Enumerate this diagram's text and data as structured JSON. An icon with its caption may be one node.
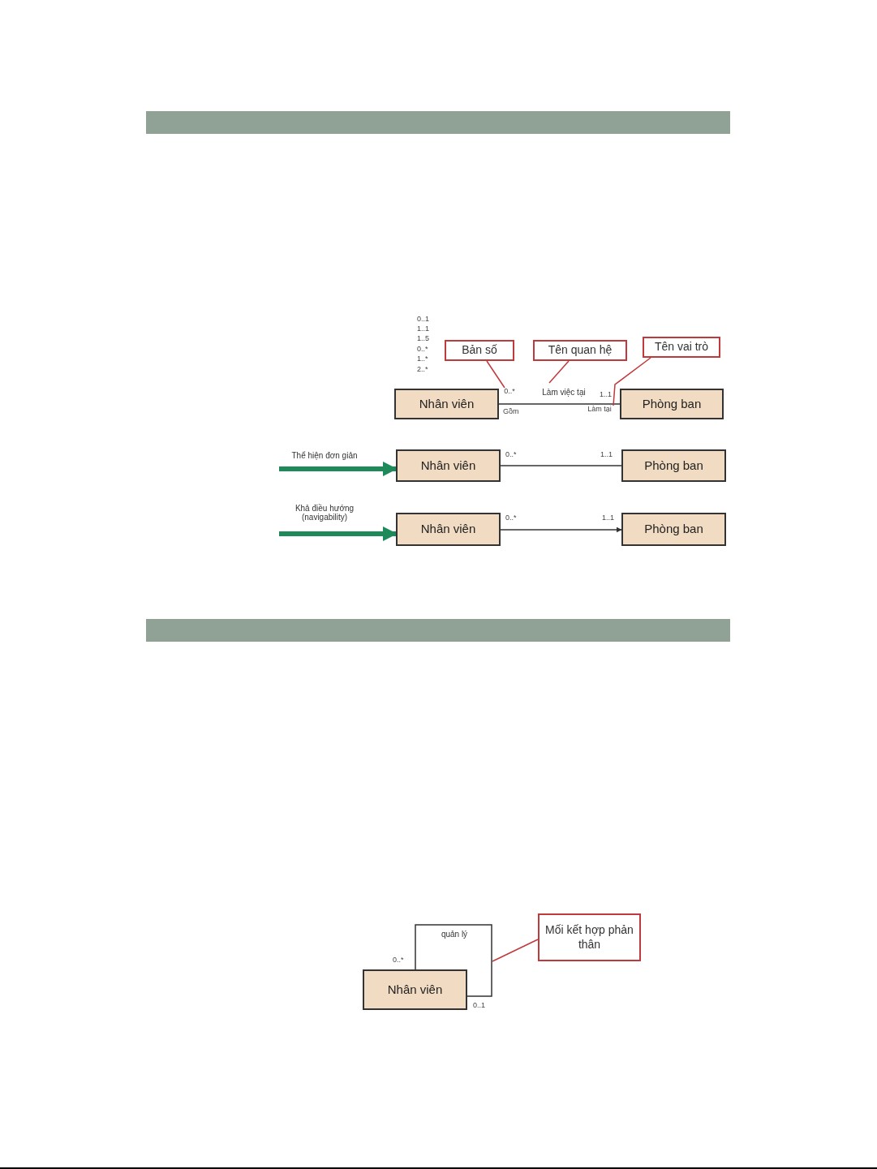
{
  "diagram": {
    "nodes": [
      {
        "text": [
          "Nhân viên"
        ]
      },
      {
        "text": [
          "Phòng ban"
        ]
      },
      {
        "text": [
          "Bản số"
        ]
      },
      {
        "text": [
          "Tên quan hệ"
        ]
      },
      {
        "text": [
          "Tên vai trò"
        ]
      },
      {
        "text": [
          "Nhân viên"
        ]
      },
      {
        "text": [
          "Phòng ban"
        ]
      },
      {
        "text": [
          "Nhân viên"
        ]
      },
      {
        "text": [
          "Phòng ban"
        ]
      },
      {
        "text": [
          "Nhân viên"
        ]
      },
      {
        "text": [
          "Mối kết hợp phản thân"
        ]
      },
      {
        "text": [
          "0..*"
        ]
      },
      {
        "text": [
          "Làm tại"
        ]
      }
    ],
    "edges": [
      {
        "from": 0,
        "to": 1,
        "arrow": "none",
        "label": "Làm việc tại",
        "color": "#333333"
      },
      {
        "from": 2,
        "to": 11,
        "arrow": "none",
        "color": "#c0393b"
      },
      {
        "from": 3,
        "to": null,
        "arrow": "none",
        "color": "#c0393b"
      },
      {
        "from": 4,
        "to": 12,
        "arrow": "none",
        "color": "#c0393b"
      },
      {
        "from": null,
        "to": 5,
        "arrow": "to",
        "label": "Thể hiện đơn giản",
        "style": "thick",
        "color": "#1e8a5a"
      },
      {
        "from": 5,
        "to": 6,
        "arrow": "none",
        "color": "#333333"
      },
      {
        "from": null,
        "to": 7,
        "arrow": "to",
        "label": "Khả điều hướng (navigability)",
        "style": "thick",
        "color": "#1e8a5a"
      },
      {
        "from": 7,
        "to": 8,
        "arrow": "to",
        "color": "#333333"
      },
      {
        "from": 9,
        "to": 9,
        "arrow": "none",
        "label": "quản lý",
        "color": "#333333"
      },
      {
        "from": 10,
        "to": null,
        "arrow": "none",
        "color": "#c0393b"
      }
    ],
    "labels": [
      "0..1",
      "1..1",
      "1..5",
      "0..*",
      "1..*",
      "2..*",
      "1..1",
      "Gồm",
      "0..*",
      "1..1",
      "0..*",
      "1..1",
      "0..*",
      "0..1"
    ]
  }
}
